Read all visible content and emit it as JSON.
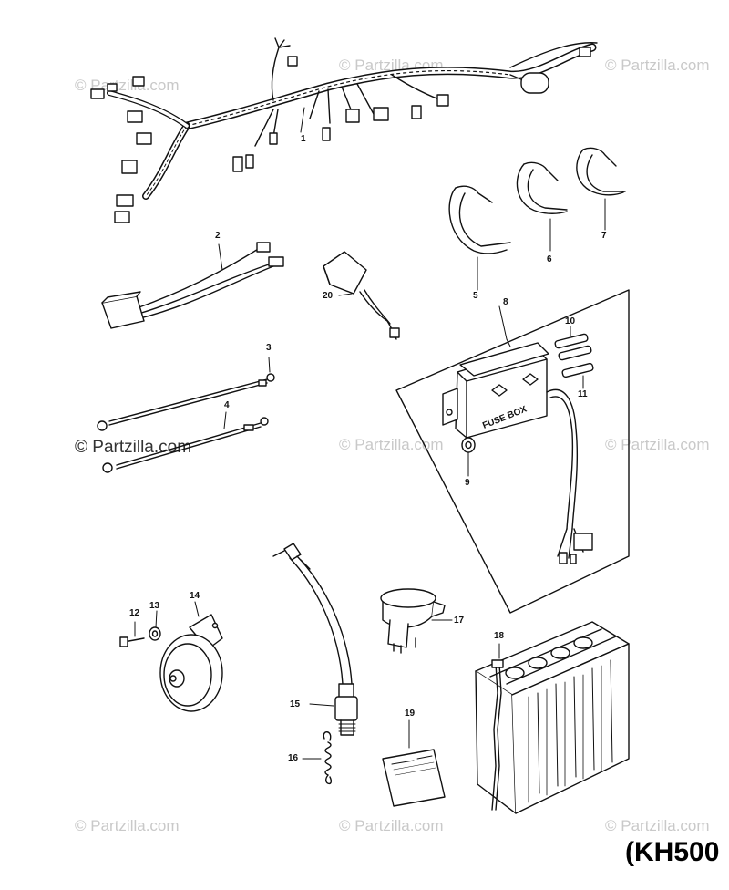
{
  "watermarks": [
    "© Partzilla.com",
    "© Partzilla.com",
    "© Partzilla.com",
    "© Partzilla.com",
    "© Partzilla.com",
    "© Partzilla.com",
    "© Partzilla.com",
    "© Partzilla.com",
    "© Partzilla.com"
  ],
  "callouts": [
    "1",
    "2",
    "3",
    "4",
    "5",
    "6",
    "7",
    "8",
    "9",
    "10",
    "11",
    "12",
    "13",
    "14",
    "15",
    "16",
    "17",
    "18",
    "19",
    "20"
  ],
  "fuse_box_label": "FUSE BOX",
  "model_tag": "(KH500"
}
